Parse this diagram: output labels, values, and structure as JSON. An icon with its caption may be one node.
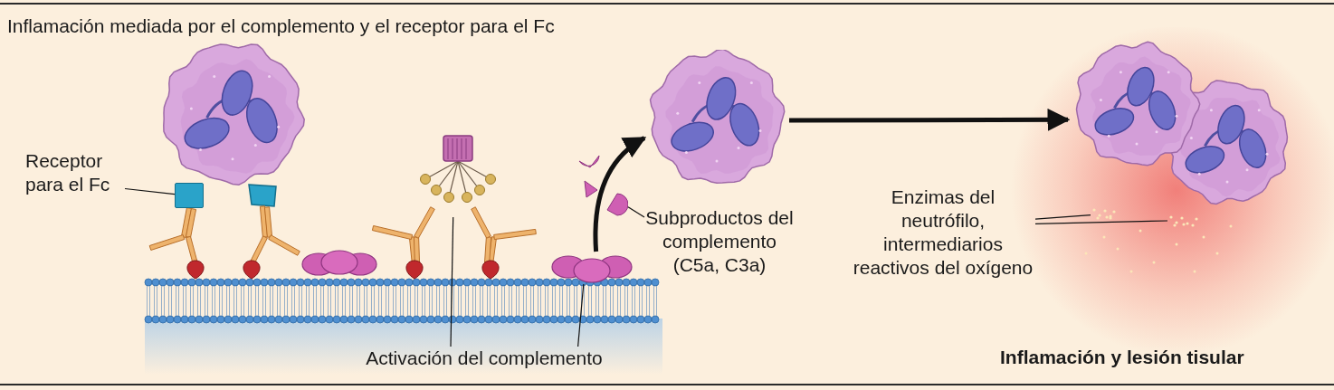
{
  "diagram": {
    "title": "Inflamación mediada por el complemento y el receptor para el Fc",
    "nodes": [
      {
        "text": [],
        "shape": "picture"
      },
      {
        "text": [
          "Receptor para el Fc"
        ]
      },
      {
        "text": [],
        "shape": "box"
      },
      {
        "text": [],
        "shape": "picture"
      },
      {
        "text": [],
        "shape": "picture"
      },
      {
        "text": [
          "Activación del complemento"
        ]
      },
      {
        "text": [],
        "shape": "picture"
      },
      {
        "text": [
          "Subproductos del complemento (C5a, C3a)"
        ]
      },
      {
        "text": [],
        "shape": "picture"
      },
      {
        "text": [],
        "shape": "picture"
      },
      {
        "text": [
          "Enzimas del neutrófilo, intermediarios reactivos del oxígeno"
        ]
      },
      {
        "text": [],
        "shape": "picture"
      },
      {
        "text": [],
        "shape": "picture"
      }
    ],
    "edges": [
      {
        "from": 1,
        "to": 2,
        "arrow": "none"
      },
      {
        "from": 5,
        "to": 3,
        "arrow": "none"
      },
      {
        "from": 5,
        "to": 4,
        "arrow": "none"
      },
      {
        "from": 7,
        "to": 6,
        "arrow": "none"
      },
      {
        "from": 4,
        "to": 8,
        "arrow": "to",
        "style": "thick"
      },
      {
        "from": 8,
        "to": 9,
        "arrow": "to",
        "style": "thick"
      },
      {
        "from": 10,
        "to": 11,
        "arrow": "none"
      },
      {
        "from": 10,
        "to": 12,
        "arrow": "none"
      }
    ],
    "labels": [
      "Inflamación y lesión tisular"
    ]
  }
}
